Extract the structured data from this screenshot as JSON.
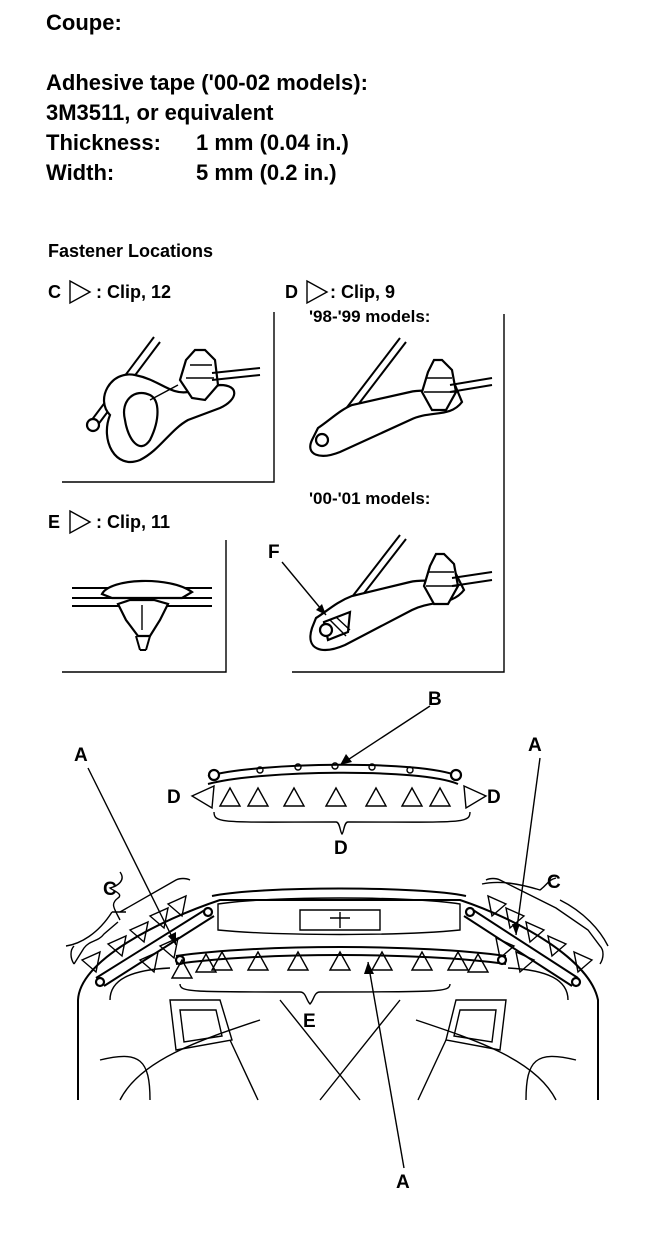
{
  "header": {
    "title": "Coupe:",
    "tape_title": "Adhesive tape ('00-02 models):",
    "tape_product": "3M3511, or equivalent",
    "thickness_label": "Thickness:",
    "thickness_value": "1 mm (0.04 in.)",
    "width_label": "Width:",
    "width_value": "5 mm (0.2 in.)"
  },
  "fasteners": {
    "heading": "Fastener Locations",
    "c_letter": "C",
    "c_text": ": Clip, 12",
    "d_letter": "D",
    "d_text": ": Clip, 9",
    "d_models_1": "'98-'99 models:",
    "d_models_2": "'00-'01 models:",
    "e_letter": "E",
    "e_text": ": Clip, 11",
    "f_label": "F"
  },
  "callouts": {
    "a_left": "A",
    "a_right": "A",
    "a_bottom": "A",
    "b": "B",
    "c_left": "C",
    "c_right": "C",
    "d_left": "D",
    "d_right": "D",
    "d_bottom": "D",
    "e": "E"
  },
  "colors": {
    "ink": "#000000",
    "paper": "#ffffff"
  }
}
